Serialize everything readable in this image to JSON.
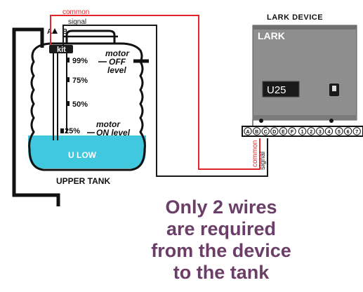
{
  "labels": {
    "common_top": "common",
    "signal_top": "signal",
    "a_label": "A",
    "b_label": "B",
    "kit_label": "kit",
    "lark_device_title": "LARK DEVICE",
    "lark_logo": "LARK",
    "lcd_value": "U25",
    "common_vertical": "common",
    "signal_vertical": "signal",
    "upper_tank": "UPPER TANK",
    "water_level": "U LOW"
  },
  "levels": [
    {
      "text": "99%"
    },
    {
      "text": "75%"
    },
    {
      "text": "50%"
    },
    {
      "text": "25%"
    }
  ],
  "annotations": {
    "motor_off_line1": "motor",
    "motor_off_line2": "OFF",
    "motor_off_line3": "level",
    "motor_on_line1": "motor",
    "motor_on_line2": "ON level"
  },
  "terminals": [
    "A",
    "B",
    "C",
    "D",
    "E",
    "F",
    "1",
    "2",
    "3",
    "4",
    "5",
    "6",
    "7"
  ],
  "caption": {
    "line1": "Only 2 wires",
    "line2": "are required",
    "line3": "from the device",
    "line4": "to the tank"
  },
  "colors": {
    "common_wire": "#e0262b",
    "signal_wire": "#1a1a1a",
    "water": "#3fc8de",
    "device_body": "#8e8e8e",
    "lcd_text": "#ffffff",
    "caption": "#6b3e68"
  }
}
